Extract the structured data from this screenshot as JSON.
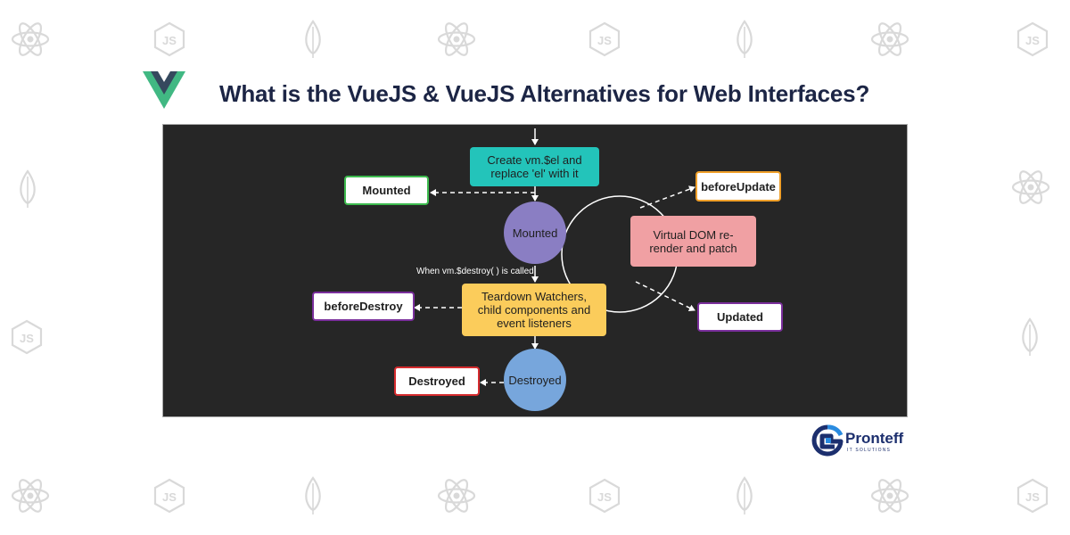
{
  "header": {
    "title": "What is the VueJS & VueJS Alternatives for Web Interfaces?",
    "logo_icon": "vue-logo-icon"
  },
  "background_icons": [
    "react-icon",
    "nodejs-icon",
    "mongodb-leaf-icon"
  ],
  "diagram": {
    "create_box": "Create vm.$el and replace 'el' with it",
    "mounted_circle": "Mounted",
    "mounted_hook": "Mounted",
    "before_update_hook": "beforeUpdate",
    "virtual_dom_box": "Virtual DOM re-render and patch",
    "updated_hook": "Updated",
    "destroy_note": "When vm.$destroy( ) is called",
    "teardown_box": "Teardown Watchers, child components and event listeners",
    "before_destroy_hook": "beforeDestroy",
    "destroyed_circle": "Destroyed",
    "destroyed_hook": "Destroyed"
  },
  "colors": {
    "panel_bg": "#262626",
    "teal": "#23c4ba",
    "purple": "#8a7ec3",
    "pink": "#f0a0a3",
    "yellow": "#fbcc5b",
    "blue": "#77a6dc",
    "green_border": "#3dba4e",
    "orange_border": "#f0a02a",
    "violet_border": "#7a2f9c",
    "red_border": "#d52b2e",
    "title": "#1c2545"
  },
  "brand": {
    "name": "Pronteff",
    "tagline": "IT SOLUTIONS",
    "logo_icon": "pronteff-logo-icon"
  }
}
